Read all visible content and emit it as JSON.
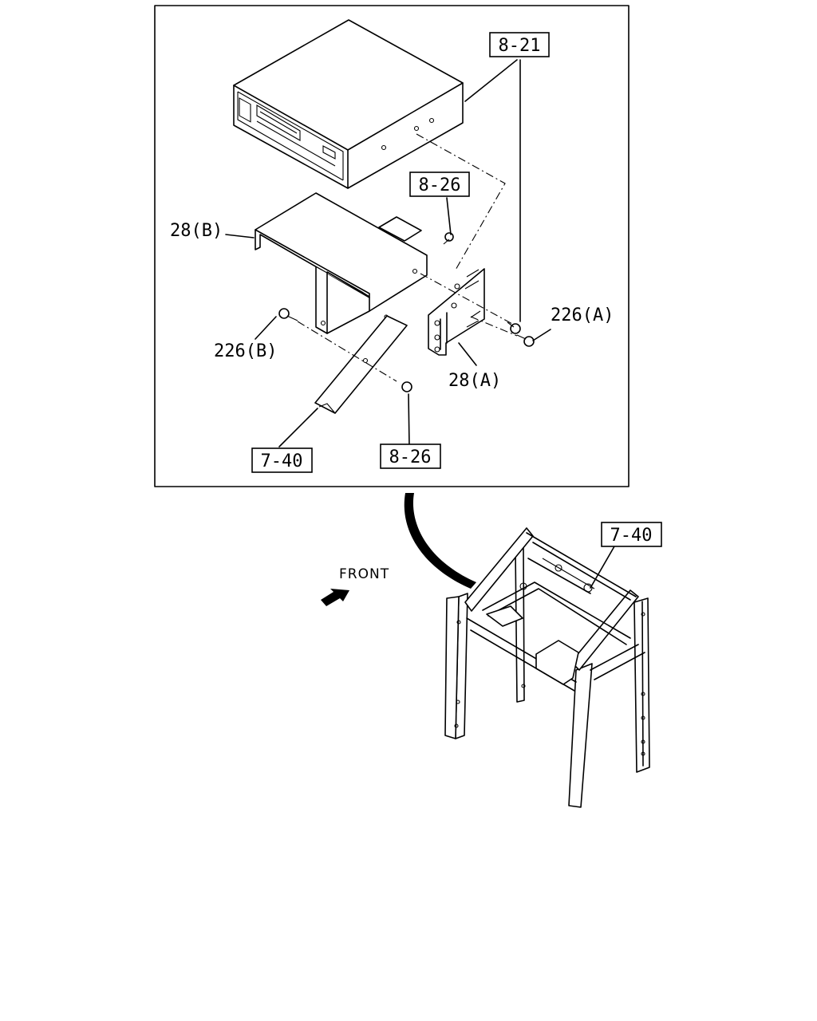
{
  "labels": {
    "top_ref_1": "8-21",
    "top_ref_2": "8-26",
    "part_28b": "28(B)",
    "part_226a": "226(A)",
    "part_226b": "226(B)",
    "part_28a": "28(A)",
    "bottom_ref_1": "7-40",
    "bottom_ref_2": "8-26",
    "frame_ref": "7-40",
    "front": "FRONT"
  },
  "icons": {
    "direction": "front-arrow-icon",
    "callout": "curved-callout-arrow-icon"
  }
}
